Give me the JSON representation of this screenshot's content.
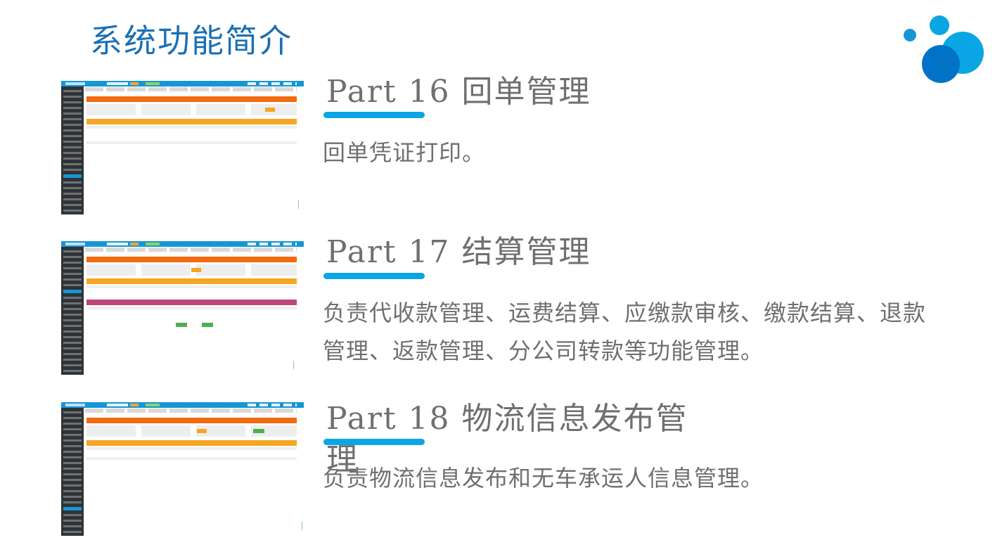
{
  "slide": {
    "title": "系统功能简介"
  },
  "theme": {
    "title_color": "#1a6fb5",
    "accent_color": "#0aa6e3",
    "text_color": "#6f6f6f",
    "logo_colors": [
      "#0073c6",
      "#0aa6e3",
      "#1796d4"
    ]
  },
  "parts": [
    {
      "heading": "Part 16 回单管理",
      "description": "回单凭证打印。",
      "thumbnail_icon": "screenshot-receipt-management"
    },
    {
      "heading": "Part 17 结算管理",
      "description": "负责代收款管理、运费结算、应缴款审核、缴款结算、退款管理、返款管理、分公司转款等功能管理。",
      "thumbnail_icon": "screenshot-settlement-management"
    },
    {
      "heading": "Part 18 物流信息发布管理",
      "description": "负责物流信息发布和无车承运人信息管理。",
      "thumbnail_icon": "screenshot-logistics-info-management"
    }
  ]
}
